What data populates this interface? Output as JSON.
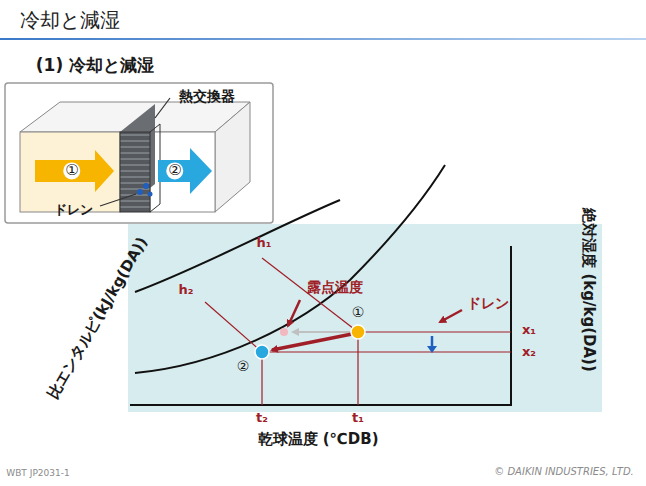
{
  "diagram": {
    "title": "冷却と減湿",
    "labels": [
      "(1) 冷却と減湿",
      "熱交換器",
      "①",
      "②",
      "ドレン",
      "比エンタルピ(kJ/kg(DA))",
      "h₁",
      "h₂",
      "露点温度",
      "①",
      "ドレン",
      "x₁",
      "x₂",
      "②",
      "t₂",
      "t₁",
      "絶対湿度 (kg/kg(DA))",
      "乾球温度 (℃DB)",
      "WBT JP2031-1",
      "© DAIKIN INDUSTRIES, LTD."
    ]
  }
}
